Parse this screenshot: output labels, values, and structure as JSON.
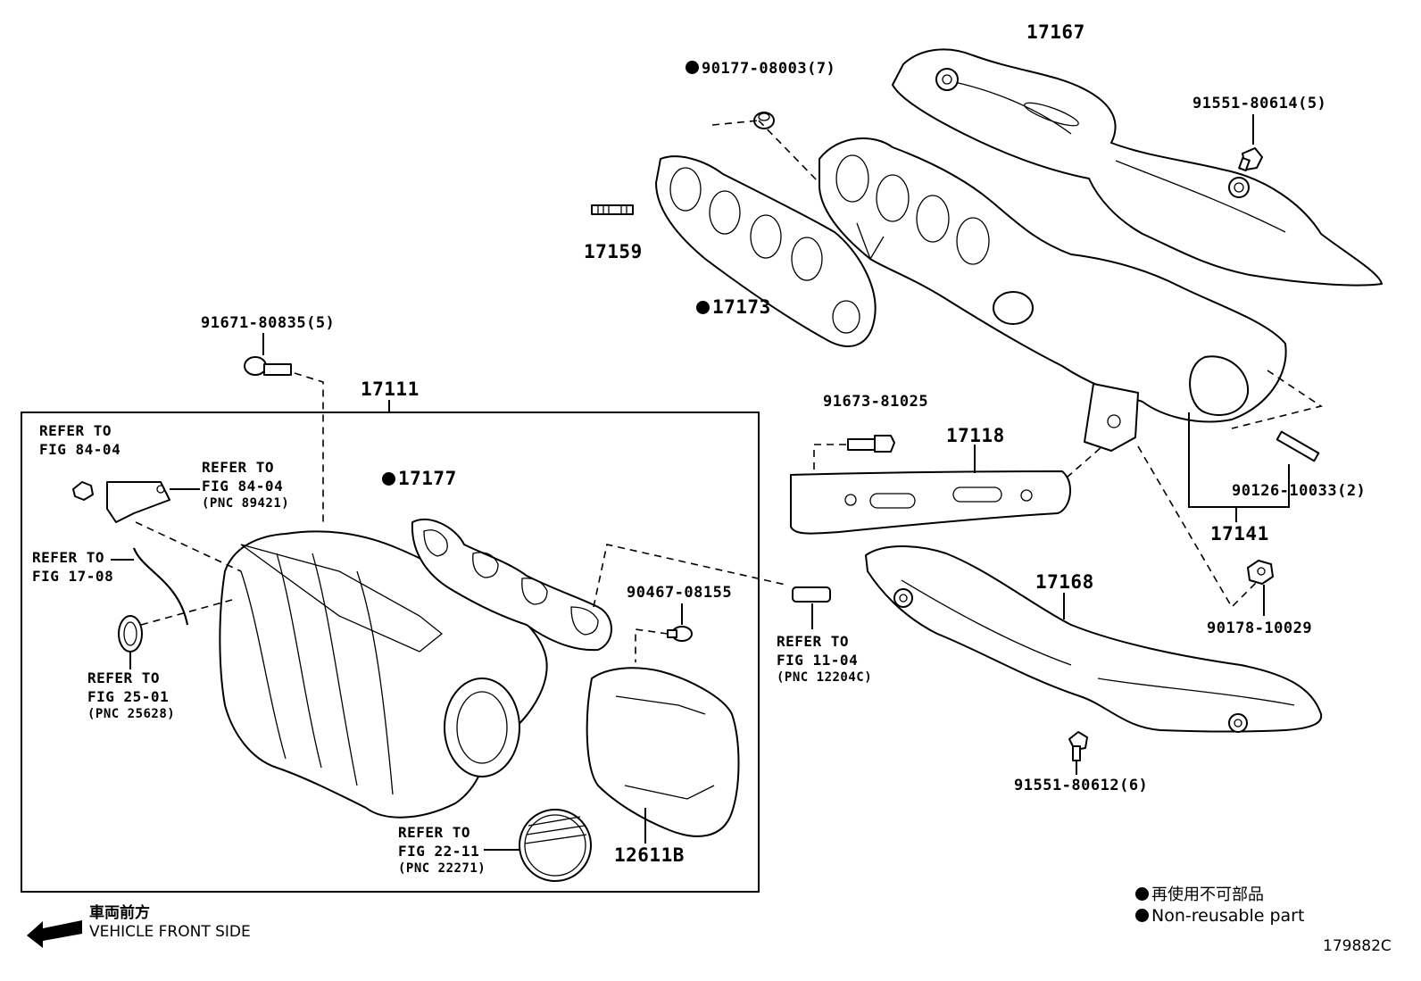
{
  "labels": {
    "p17167": "17167",
    "p90177": "90177-08003(7)",
    "p91551_a": "91551-80614(5)",
    "p17159": "17159",
    "p17173": "17173",
    "p91671": "91671-80835(5)",
    "p17111": "17111",
    "p91673": "91673-81025",
    "p17118": "17118",
    "p90126": "90126-10033(2)",
    "p17141": "17141",
    "p17177": "17177",
    "p90467": "90467-08155",
    "p17168": "17168",
    "p90178": "90178-10029",
    "p91551_b": "91551-80612(6)",
    "p12611B": "12611B"
  },
  "refs": {
    "r1_line1": "REFER TO",
    "r1_line2": "FIG 84-04",
    "r2_line1": "REFER TO",
    "r2_line2": "FIG 84-04",
    "r2_pnc": "(PNC 89421)",
    "r3_line1": "REFER TO",
    "r3_line2": "FIG 17-08",
    "r4_line1": "REFER TO",
    "r4_line2": "FIG 25-01",
    "r4_pnc": "(PNC 25628)",
    "r5_line1": "REFER TO",
    "r5_line2": "FIG 11-04",
    "r5_pnc": "(PNC 12204C)",
    "r6_line1": "REFER TO",
    "r6_line2": "FIG 22-11",
    "r6_pnc": "(PNC 22271)"
  },
  "front": {
    "jp": "車両前方",
    "en": "VEHICLE FRONT SIDE"
  },
  "legend": {
    "jp": "再使用不可部品",
    "en": "Non-reusable part"
  },
  "figure_id": "179882C"
}
